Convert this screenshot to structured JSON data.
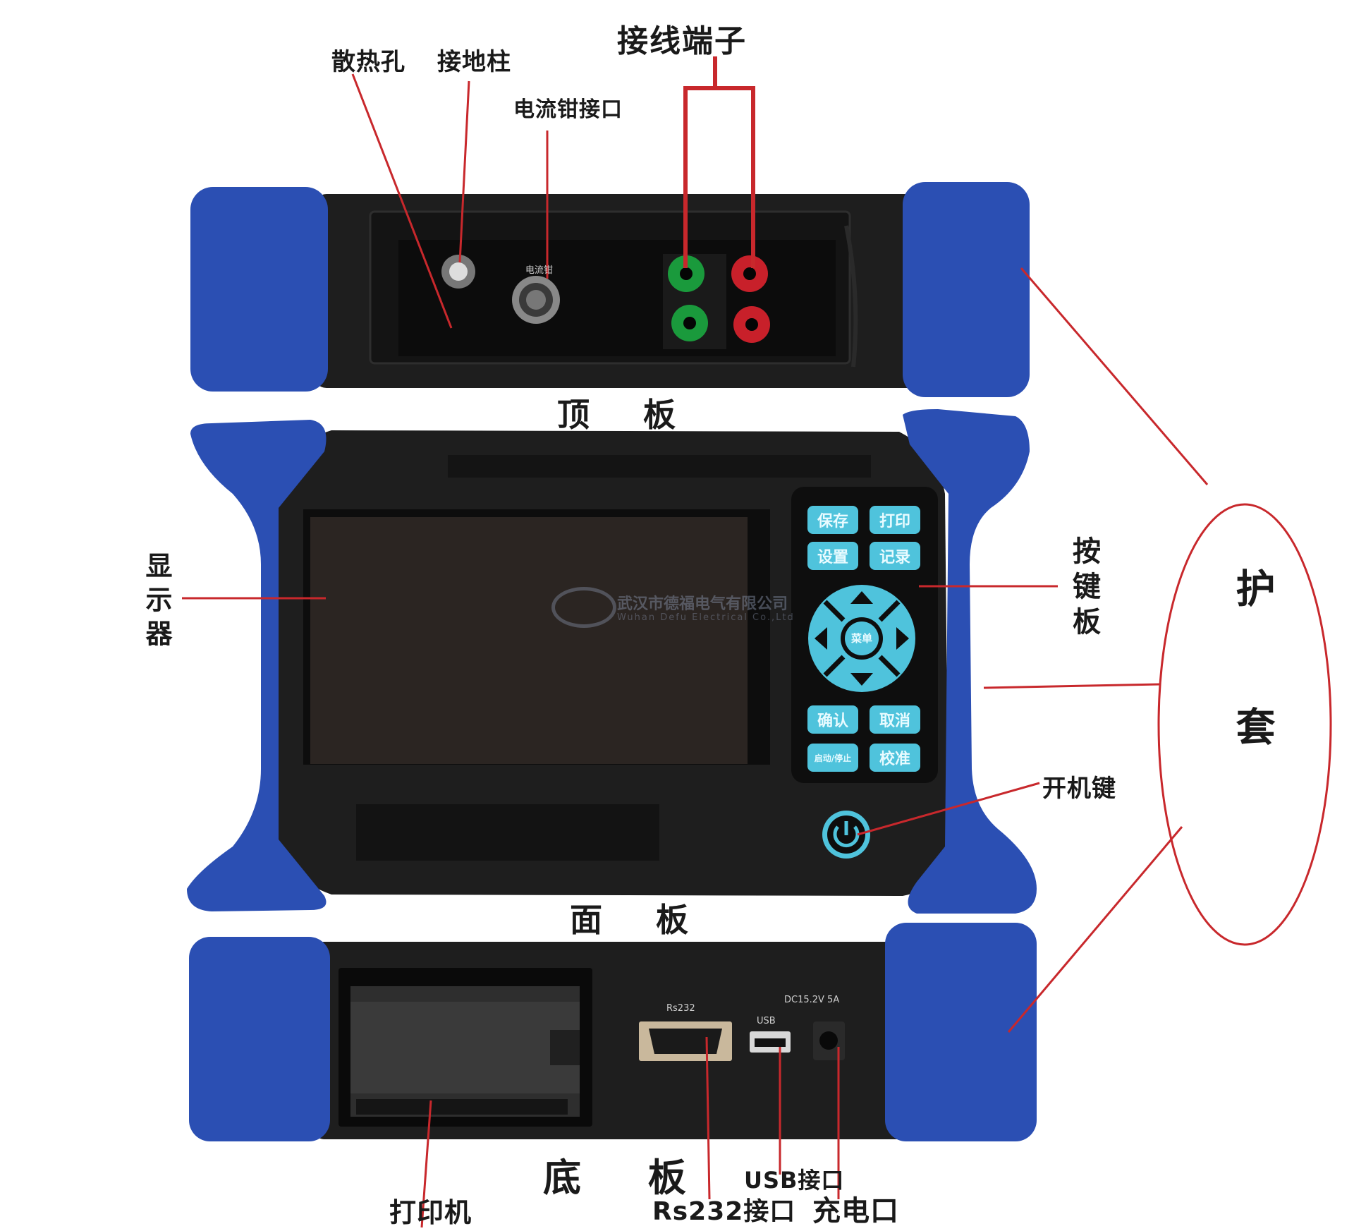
{
  "labels": {
    "heat_hole": "散热孔",
    "ground_post": "接地柱",
    "clamp_port": "电流钳接口",
    "wiring_terminals": "接线端子",
    "top_panel": "顶 板",
    "front_panel": "面 板",
    "bottom_panel": "底 板",
    "display": "显示器",
    "keypad": "按键板",
    "power_key": "开机键",
    "protective_cover": "护套",
    "printer": "打印机",
    "rs232_port": "Rs232接口",
    "usb_port": "USB接口",
    "charge_port": "充电口"
  },
  "keys": {
    "save": "保存",
    "print": "打印",
    "settings": "设置",
    "record": "记录",
    "menu": "菜单",
    "confirm": "确认",
    "cancel": "取消",
    "start_stop": "启动/停止",
    "calibrate": "校准"
  },
  "device_marks": {
    "clamp": "电流钳",
    "rs232": "Rs232",
    "usb": "USB",
    "dc": "DC15.2V 5A"
  },
  "watermark": {
    "company": "武汉市德福电气有限公司",
    "company_en": "Wuhan Defu Electrical Co.,Ltd"
  },
  "colors": {
    "bumper": "#2b4fb3",
    "body": "#1e1e1e",
    "screen": "#2b2522",
    "key": "#4fc3dc",
    "annotation": "#c8282c"
  }
}
